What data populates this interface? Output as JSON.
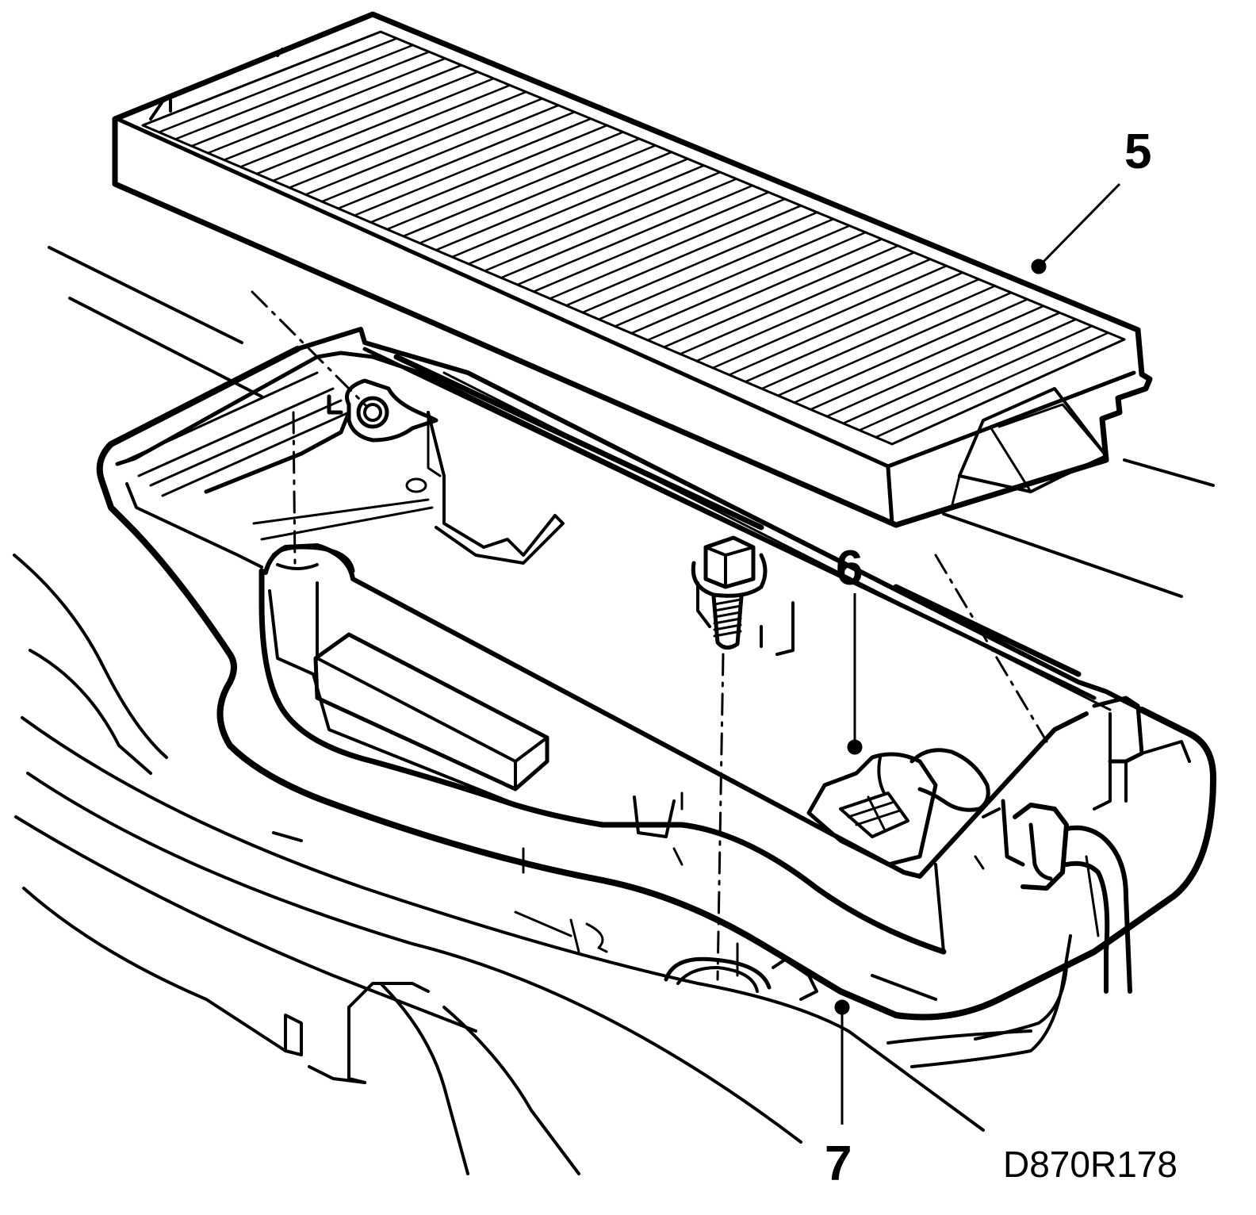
{
  "callouts": [
    {
      "id": "5",
      "label": "5"
    },
    {
      "id": "6",
      "label": "6"
    },
    {
      "id": "7",
      "label": "7"
    }
  ],
  "drawing_code": "D870R178",
  "colors": {
    "ink": "#000000",
    "paper": "#ffffff"
  }
}
